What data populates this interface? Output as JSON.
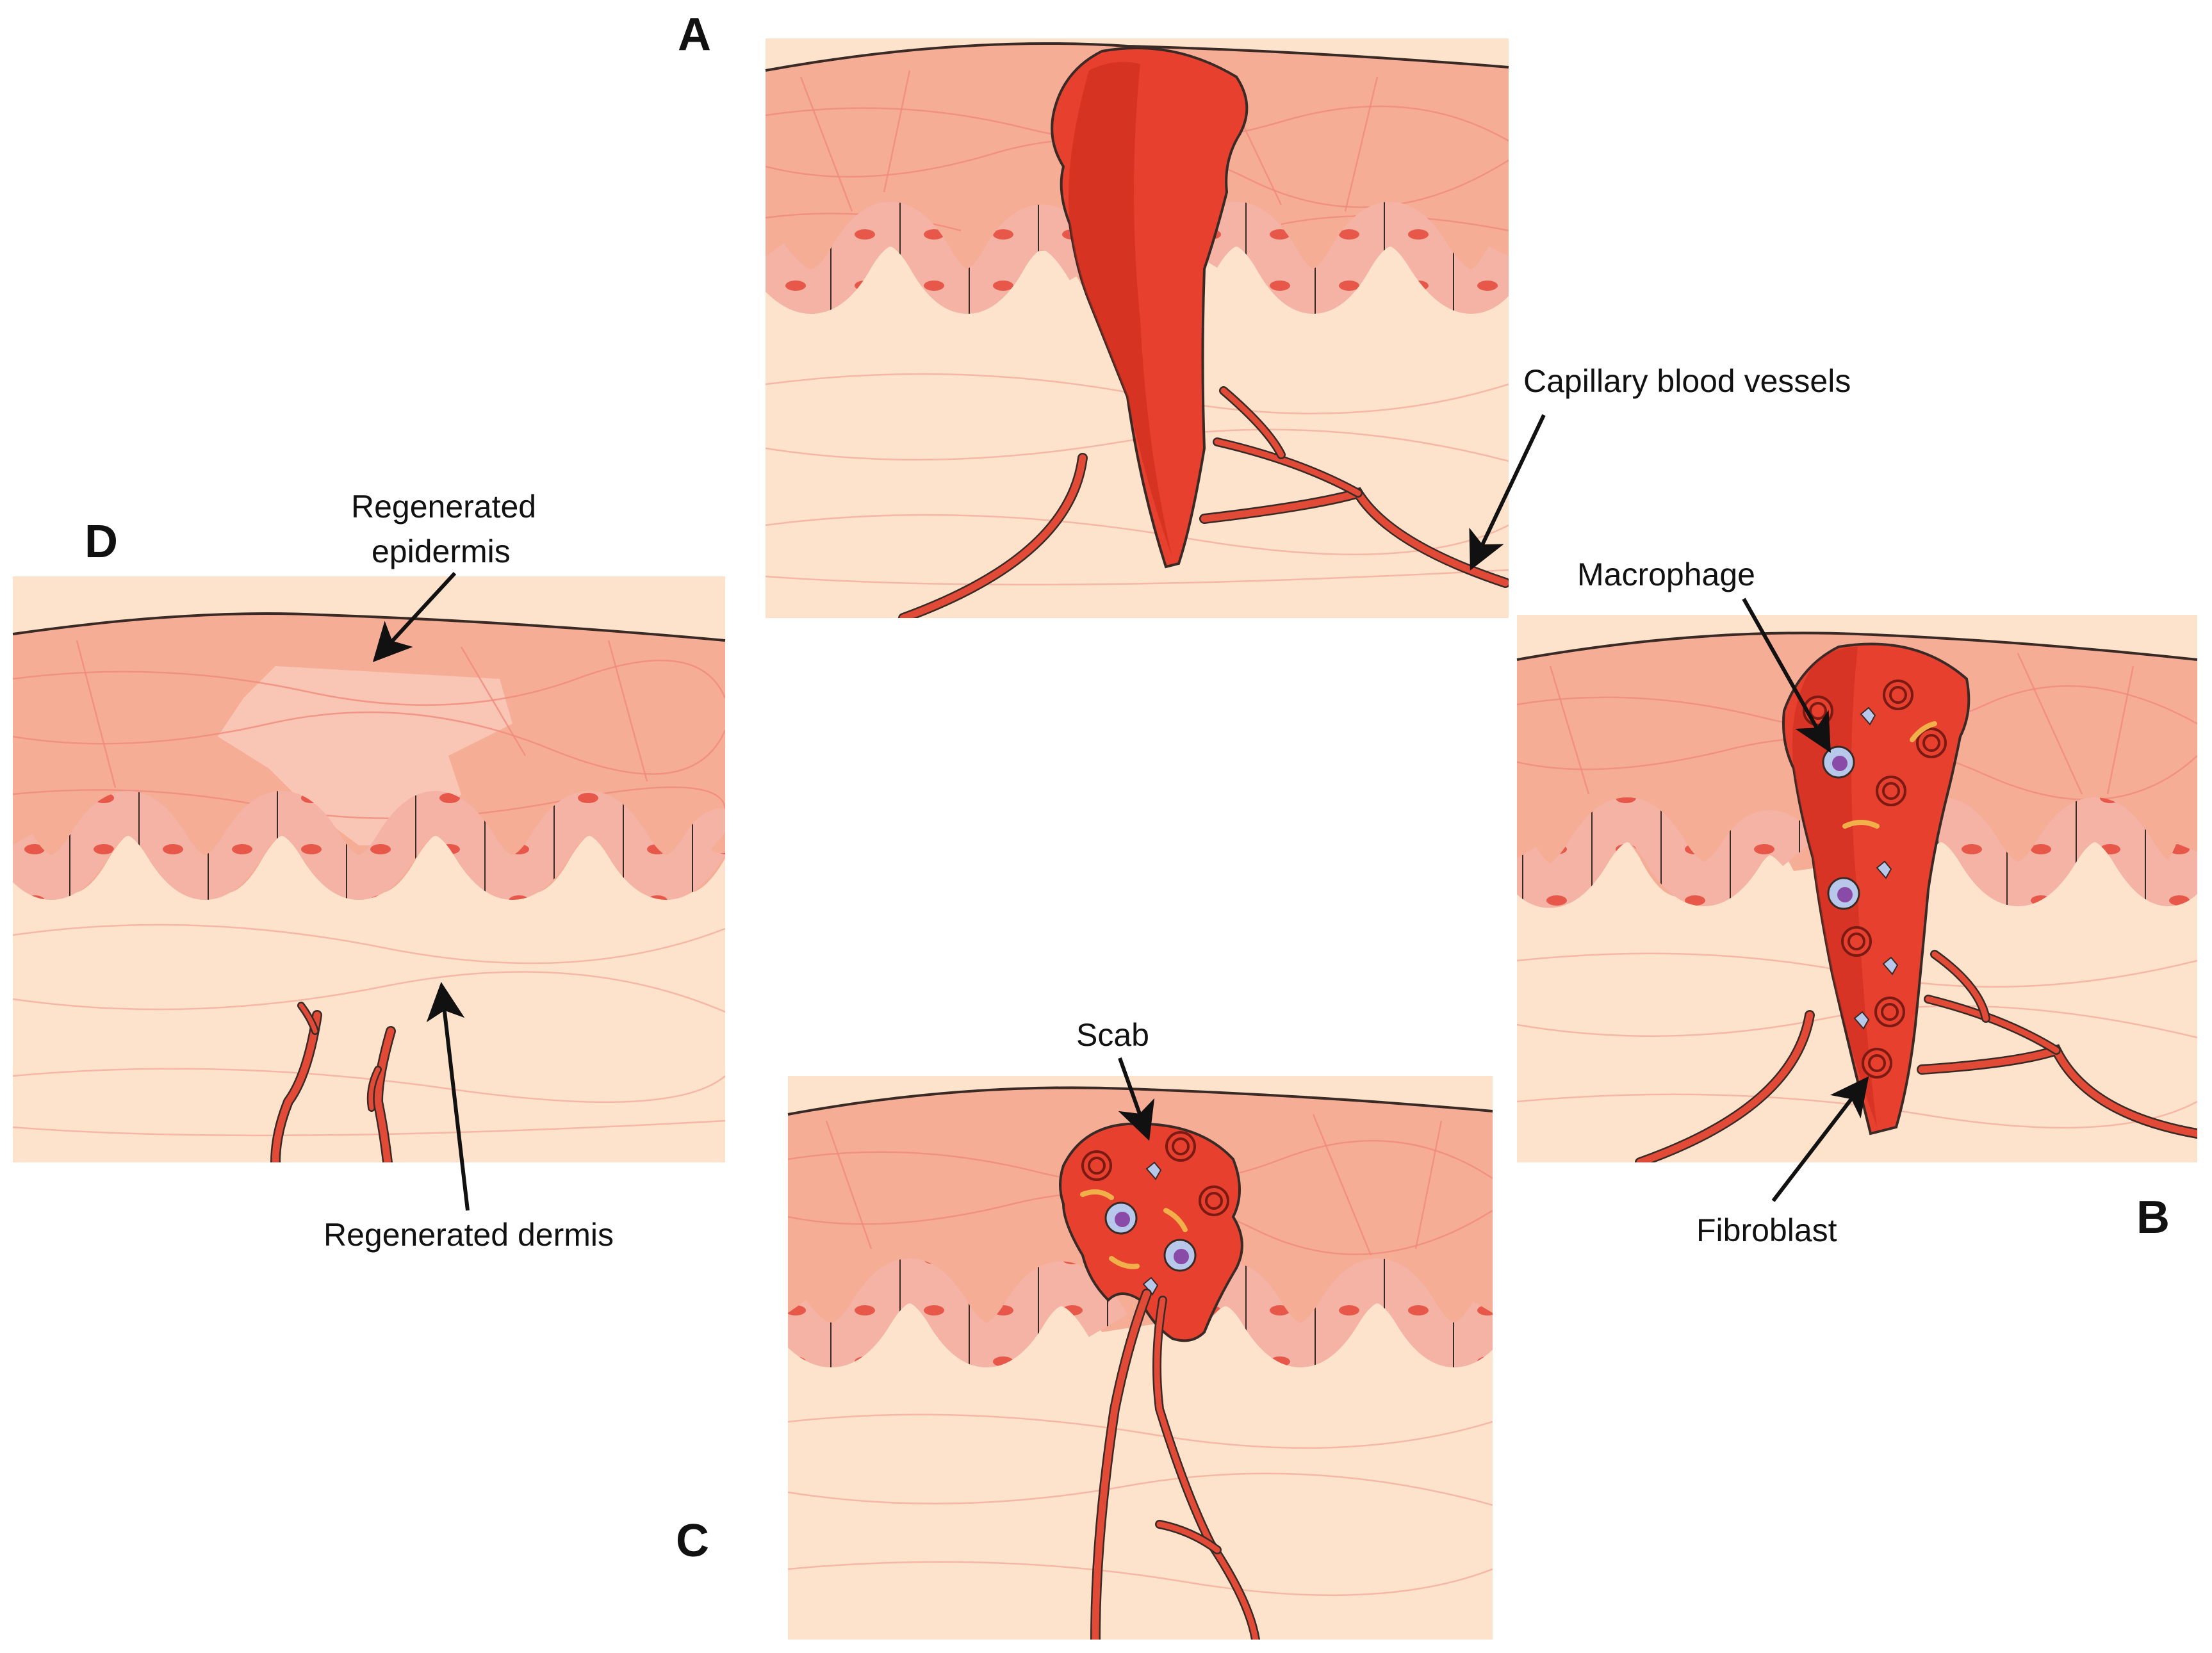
{
  "stages": {
    "a": "A",
    "b": "B",
    "c": "C",
    "d": "D"
  },
  "labels": {
    "capillary": "Capillary blood vessels",
    "macrophage": "Macrophage",
    "fibroblast": "Fibroblast",
    "scab": "Scab",
    "regen_epidermis_line1": "Regenerated",
    "regen_epidermis_line2": "epidermis",
    "regen_dermis": "Regenerated dermis"
  },
  "colors": {
    "epidermis": "#f6ad96",
    "dermis": "#fde3cc",
    "blood": "#e8402e",
    "blood_dark": "#c8281c",
    "vessel": "#e04a36",
    "basal_cell": "#f5b4a6",
    "macrophage": "#b7c8ea",
    "fibroblast": "#f1b04a",
    "regen_epidermis": "#f9c8b8"
  }
}
